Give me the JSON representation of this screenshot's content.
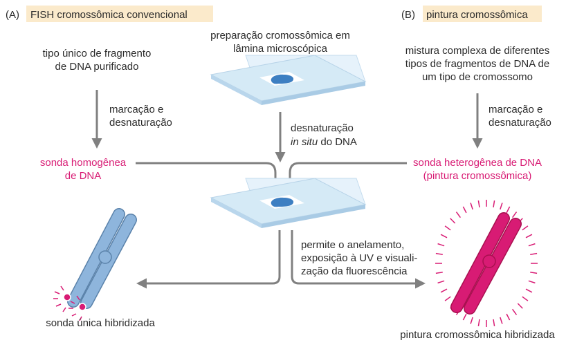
{
  "panel_a": {
    "letter": "(A)",
    "title": "FISH cromossômica convencional"
  },
  "panel_b": {
    "letter": "(B)",
    "title": "pintura cromossômica"
  },
  "center": {
    "prep": [
      "preparação cromossômica em",
      "lâmina microscópica"
    ],
    "denat_1": "desnaturação",
    "denat_2a": "in situ",
    "denat_2b": " do DNA",
    "anneal": [
      "permite o anelamento,",
      "exposição à UV e visuali-",
      "zação da fluorescência"
    ]
  },
  "left": {
    "probe_source": [
      "tipo único de fragmento",
      "de DNA purificado"
    ],
    "step": [
      "marcação e",
      "desnaturação"
    ],
    "probe": [
      "sonda homogênea",
      "de DNA"
    ],
    "result": "sonda única hibridizada"
  },
  "right": {
    "probe_source": [
      "mistura complexa de diferentes",
      "tipos de fragmentos de DNA de",
      "um tipo de cromossomo"
    ],
    "step": [
      "marcação e",
      "desnaturação"
    ],
    "probe": [
      "sonda heterogênea de DNA",
      "(pintura cromossômica)"
    ],
    "result": "pintura cromossômica hibridizada"
  },
  "colors": {
    "highlight": "#fbeacb",
    "probe_text": "#d81b74",
    "arrow": "#808080",
    "slide": "#d5eaf6",
    "chromosome_normal": "#8eb5dc",
    "chromosome_painted": "#d81b74",
    "dna_spot": "#3d7fc2"
  }
}
